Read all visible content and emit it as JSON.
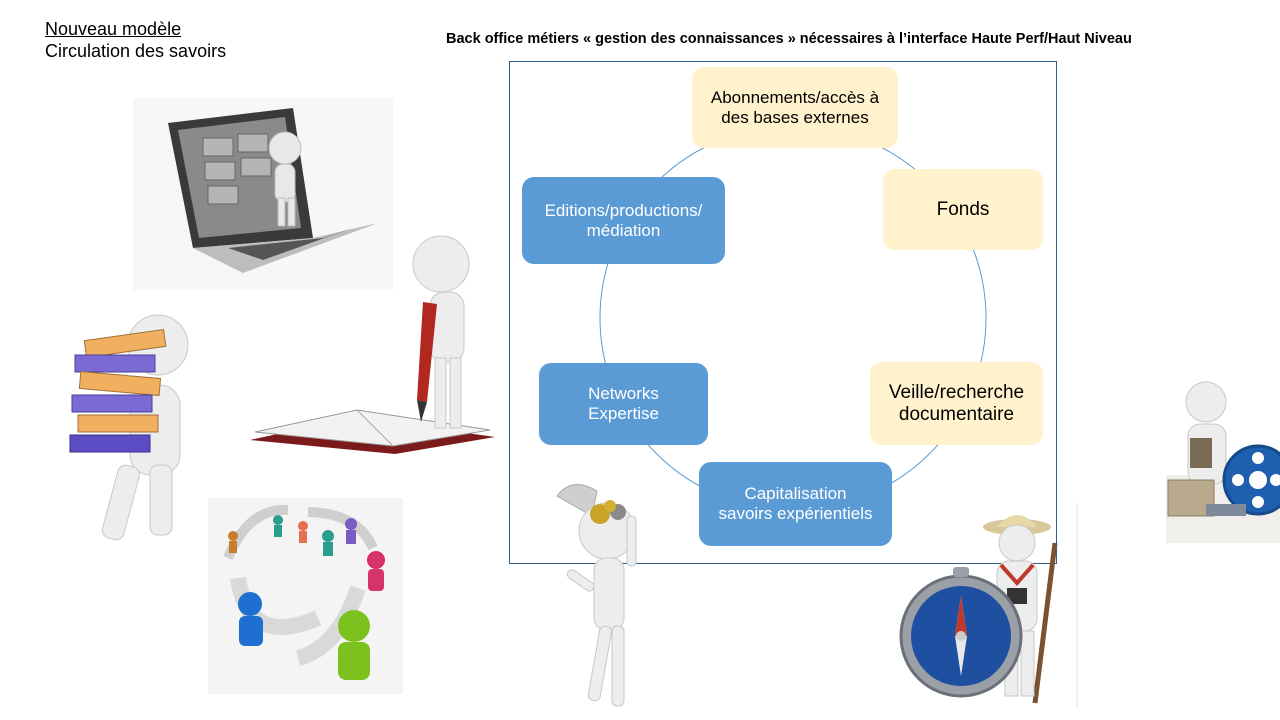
{
  "header": {
    "line1": "Nouveau modèle",
    "line2": "Circulation des savoirs",
    "title": "Back office métiers « gestion des connaissances » nécessaires à l’interface Haute Perf/Haut Niveau"
  },
  "diagram": {
    "nodes": [
      {
        "id": "abonnements",
        "label": "Abonnements/accès à\ndes bases externes",
        "style": "cream"
      },
      {
        "id": "fonds",
        "label": "Fonds",
        "style": "cream"
      },
      {
        "id": "veille",
        "label": "Veille/recherche\ndocumentaire",
        "style": "cream"
      },
      {
        "id": "capitalisation",
        "label": "Capitalisation\nsavoirs expérientiels",
        "style": "blue"
      },
      {
        "id": "networks",
        "label": "Networks\nExpertise",
        "style": "blue"
      },
      {
        "id": "editions",
        "label": "Editions/productions/\nmédiation",
        "style": "blue"
      }
    ]
  },
  "colors": {
    "blue_node": "#5b9bd5",
    "cream_node": "#fff2cc",
    "frame": "#2e5f8e",
    "cycle_line": "#5b9bd5"
  },
  "illustrations": [
    {
      "name": "laptop-filing-cabinet-figure"
    },
    {
      "name": "figure-with-pencil-and-book"
    },
    {
      "name": "figure-carrying-binders"
    },
    {
      "name": "people-network-arrows"
    },
    {
      "name": "figure-thinking-gears"
    },
    {
      "name": "explorer-with-compass"
    },
    {
      "name": "figure-with-film-reel"
    }
  ]
}
